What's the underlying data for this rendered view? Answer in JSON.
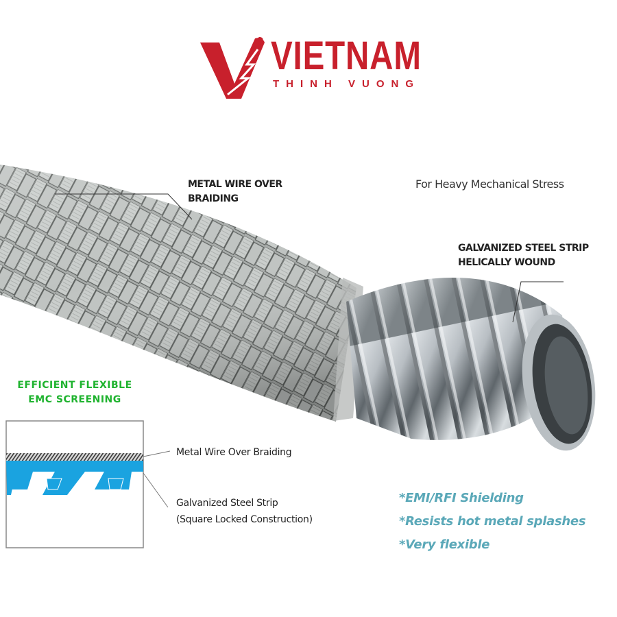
{
  "logo": {
    "title": "VIETNAM",
    "subtitle": "THINH VUONG",
    "icon": "v-wrench-lightning-icon",
    "color": "#c8202c"
  },
  "callouts": {
    "braiding": {
      "line1": "METAL WIRE OVER",
      "line2": "BRAIDING"
    },
    "stress": "For Heavy Mechanical Stress",
    "strip": {
      "line1": "GALVANIZED STEEL STRIP",
      "line2": "HELICALLY WOUND"
    }
  },
  "emc": {
    "line1": "EFFICIENT FLEXIBLE",
    "line2": "EMC SCREENING",
    "color": "#1fb32f"
  },
  "cross_section": {
    "braid_label": "Metal Wire Over Braiding",
    "strip_label_line1": "Galvanized Steel Strip",
    "strip_label_line2": "(Square Locked Construction)",
    "strip_color": "#1aa3e0"
  },
  "features": {
    "color": "#5aa8b8",
    "items": [
      "*EMI/RFI Shielding",
      "*Resists hot metal splashes",
      "*Very flexible"
    ]
  },
  "product_image": "braided-flexible-metal-conduit"
}
